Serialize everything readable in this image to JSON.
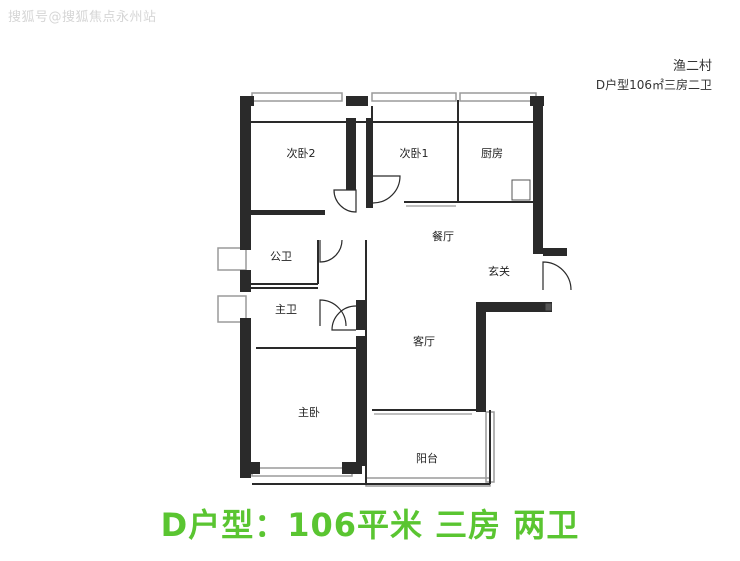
{
  "watermark": "搜狐号@搜狐焦点永州站",
  "header": {
    "village": "渔二村",
    "type_desc": "D户型106㎡三房二卫"
  },
  "rooms": {
    "bedroom2": "次卧2",
    "bedroom1": "次卧1",
    "kitchen": "厨房",
    "dining": "餐厅",
    "entrance": "玄关",
    "public_bath": "公卫",
    "master_bath": "主卫",
    "living": "客厅",
    "master_bedroom": "主卧",
    "balcony": "阳台"
  },
  "caption": "D户型：106平米 三房 两卫",
  "colors": {
    "wall": "#2a2a2a",
    "window": "#9a9a9a",
    "caption": "#5ac531"
  }
}
